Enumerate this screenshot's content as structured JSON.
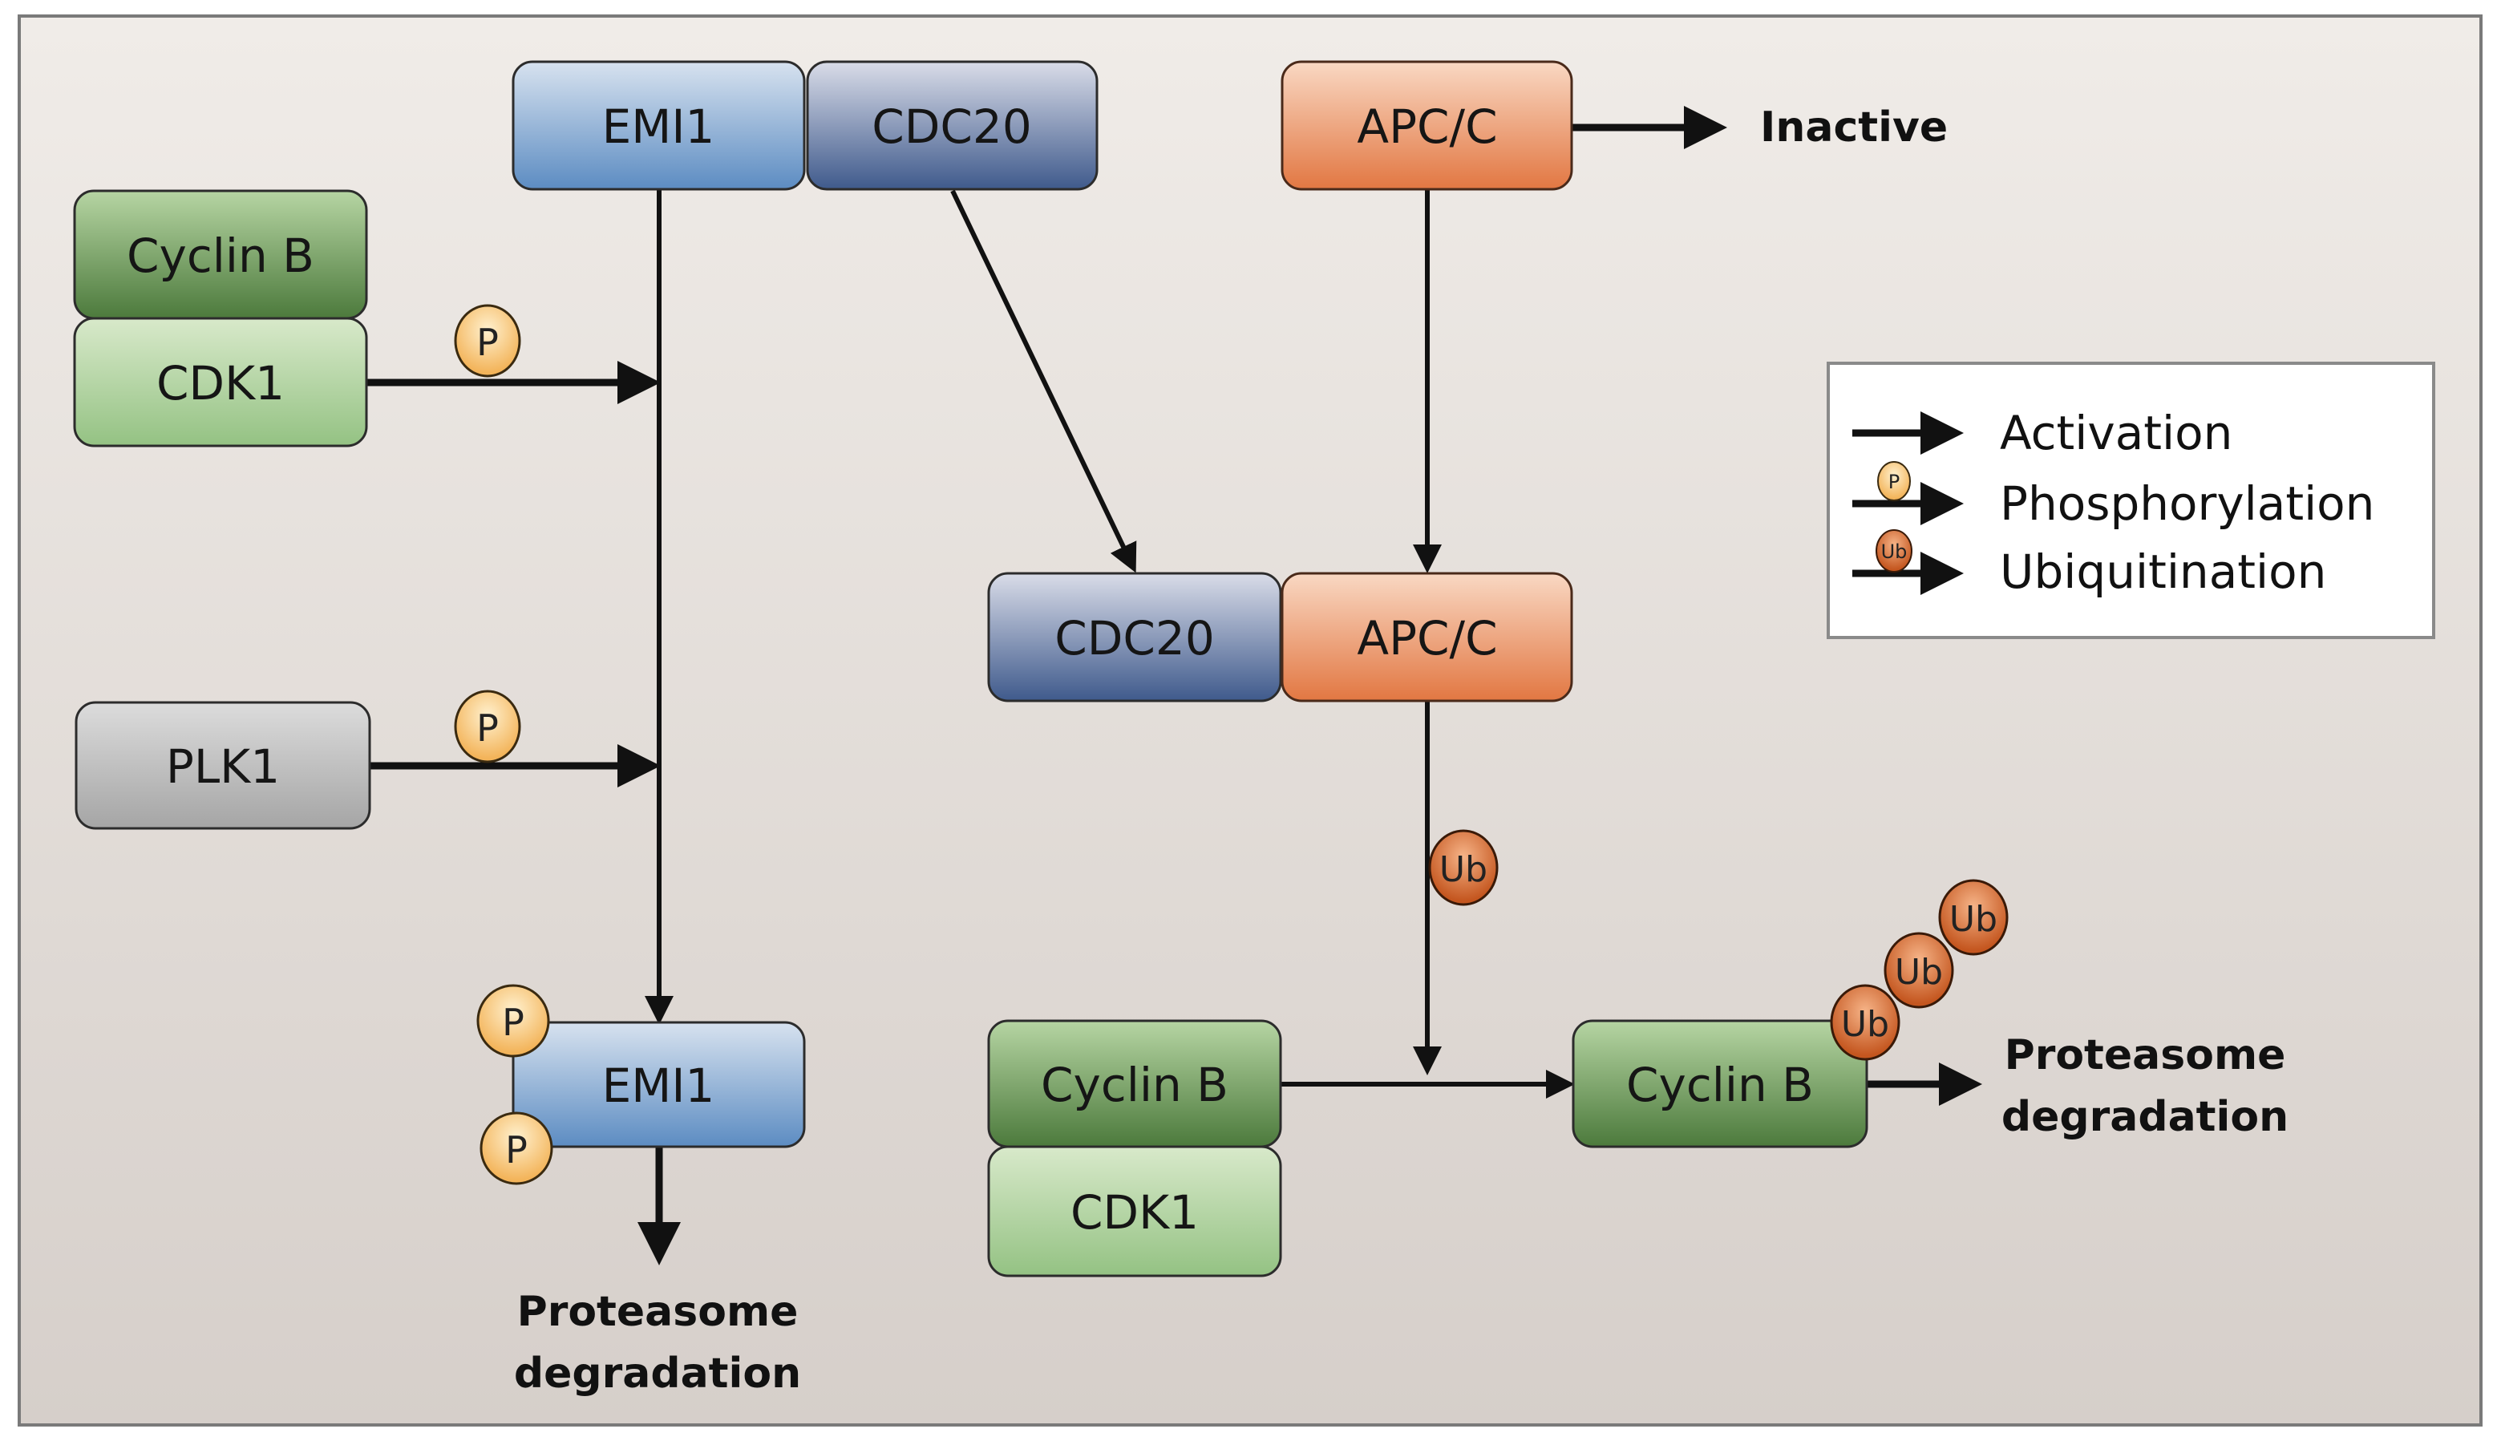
{
  "diagram": {
    "title": "",
    "colors": {
      "emi1": [
        "#d6e2f0",
        "#5f8fc4"
      ],
      "cdc20": [
        "#d8dbe8",
        "#3f5a8c"
      ],
      "apcc": [
        "#f8d6c0",
        "#e37a45"
      ],
      "cyclin_b": [
        "#b4d4a0",
        "#4f7c3f"
      ],
      "cdk1": [
        "#d6e8c8",
        "#97c487"
      ],
      "plk1": [
        "#d8d8d8",
        "#a6a6a6"
      ],
      "phospho": [
        "#fde8b8",
        "#f4b860"
      ],
      "ubiquitin": [
        "#f2a874",
        "#c85a22"
      ],
      "background": [
        "#efebe7",
        "#d5cdc8"
      ]
    },
    "nodes": {
      "emi1_top": "EMI1",
      "cdc20_top": "CDC20",
      "apcc_top": "APC/C",
      "inactive": "Inactive",
      "cyclinb_left": "Cyclin B",
      "cdk1_left": "CDK1",
      "plk1": "PLK1",
      "emi1_bottom": "EMI1",
      "cdc20_mid": "CDC20",
      "apcc_mid": "APC/C",
      "cyclinb_bottom": "Cyclin B",
      "cdk1_bottom": "CDK1",
      "cyclinb_right": "Cyclin B",
      "proteasome_left_1": "Proteasome",
      "proteasome_left_2": "degradation",
      "proteasome_right_1": "Proteasome",
      "proteasome_right_2": "degradation"
    },
    "modifications": {
      "phospho": "P",
      "ubiquitin": "Ub"
    },
    "legend": {
      "items": [
        {
          "type": "activation",
          "label": "Activation"
        },
        {
          "type": "phosphorylation",
          "label": "Phosphorylation"
        },
        {
          "type": "ubiquitination",
          "label": "Ubiquitination"
        }
      ]
    }
  }
}
